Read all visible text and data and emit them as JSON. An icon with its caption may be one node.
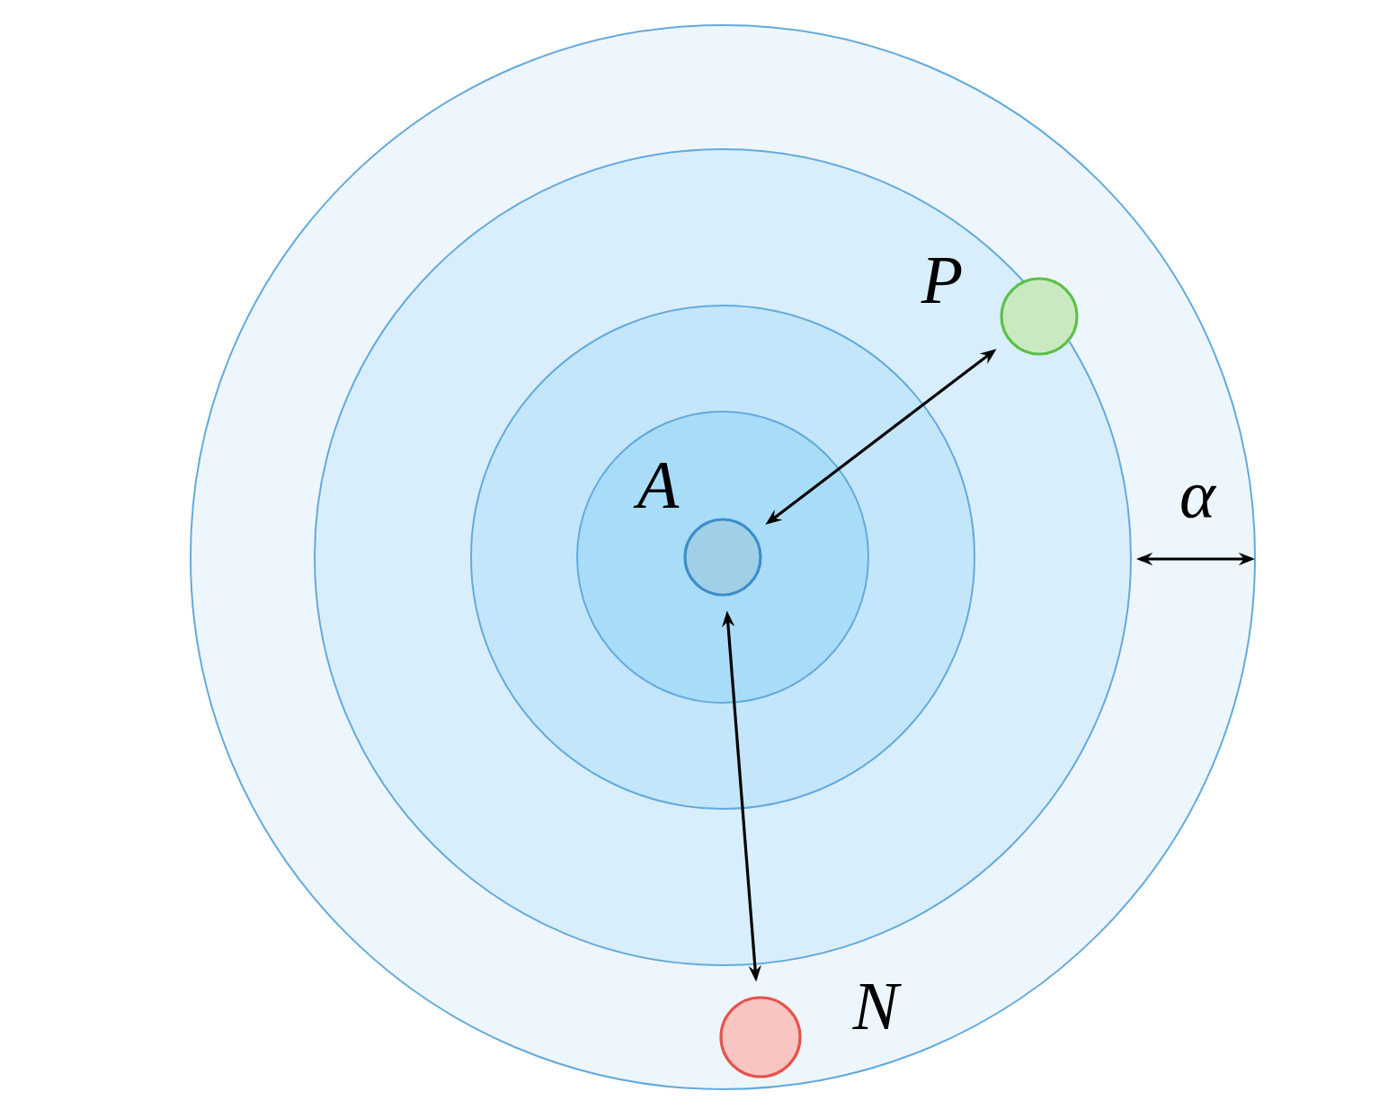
{
  "diagram": {
    "nodes": [
      {
        "text": [
          "A"
        ]
      },
      {
        "text": [
          "P"
        ]
      },
      {
        "text": [
          "N"
        ]
      }
    ],
    "edges": [
      {
        "from": 0,
        "to": 1,
        "arrow": "both"
      },
      {
        "from": 0,
        "to": 2,
        "arrow": "both"
      }
    ],
    "labels": [
      "α"
    ]
  }
}
